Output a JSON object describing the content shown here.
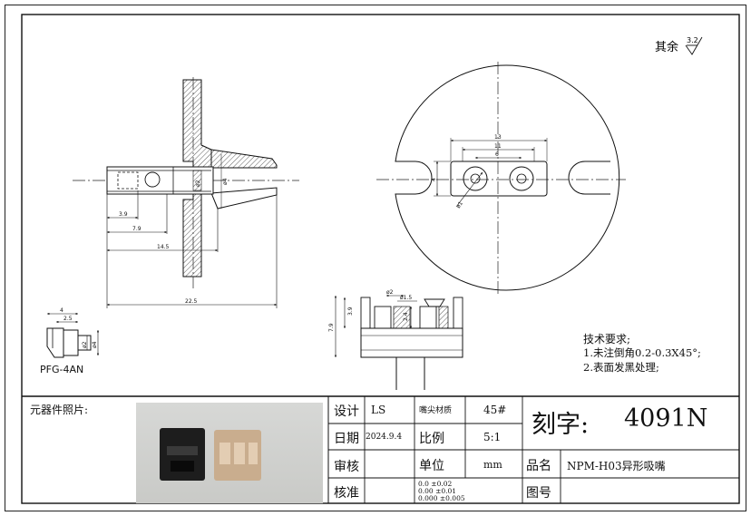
{
  "surface_note": {
    "label": "其余",
    "value": "3.2"
  },
  "dimensions": {
    "d_3_9": "3.9",
    "d_7_9": "7.9",
    "d_14_5": "14.5",
    "d_22_5": "22.5",
    "phi2": "ø2",
    "phi4": "ø4",
    "top_13": "13",
    "top_11": "11",
    "top_6": "6",
    "side_4": "4",
    "phi1": "ø1",
    "s_phi2": "ø2",
    "s_phi15": "ø1.5",
    "s_3_9": "3.9",
    "s_2_4": "2.4",
    "s_7_9": "7.9",
    "p_4": "4",
    "p_2_5": "2.5",
    "p_phi2": "ø2",
    "p_phi4": "ø4"
  },
  "part_label": "PFG-4AN",
  "tech_req": {
    "title": "技术要求;",
    "line1": "1.未注倒角0.2-0.3X45°;",
    "line2": "2.表面发黑处理;"
  },
  "title_block": {
    "photo_label": "元器件照片:",
    "design_label": "设计",
    "design_value": "LS",
    "material_label": "嘴尖材质",
    "material_value": "45#",
    "date_label": "日期",
    "date_value": "2024.9.4",
    "scale_label": "比例",
    "scale_value": "5:1",
    "review_label": "审核",
    "unit_label": "单位",
    "unit_value": "mm",
    "approve_label": "核准",
    "tol1": "0.0 ±0.02",
    "tol2": "0.00 ±0.01",
    "tol3": "0.000 ±0.005",
    "engrave_label": "刻字:",
    "engrave_value": "4091N",
    "name_label": "品名",
    "name_value": "NPM-H03异形吸嘴",
    "drawing_no_label": "图号"
  }
}
